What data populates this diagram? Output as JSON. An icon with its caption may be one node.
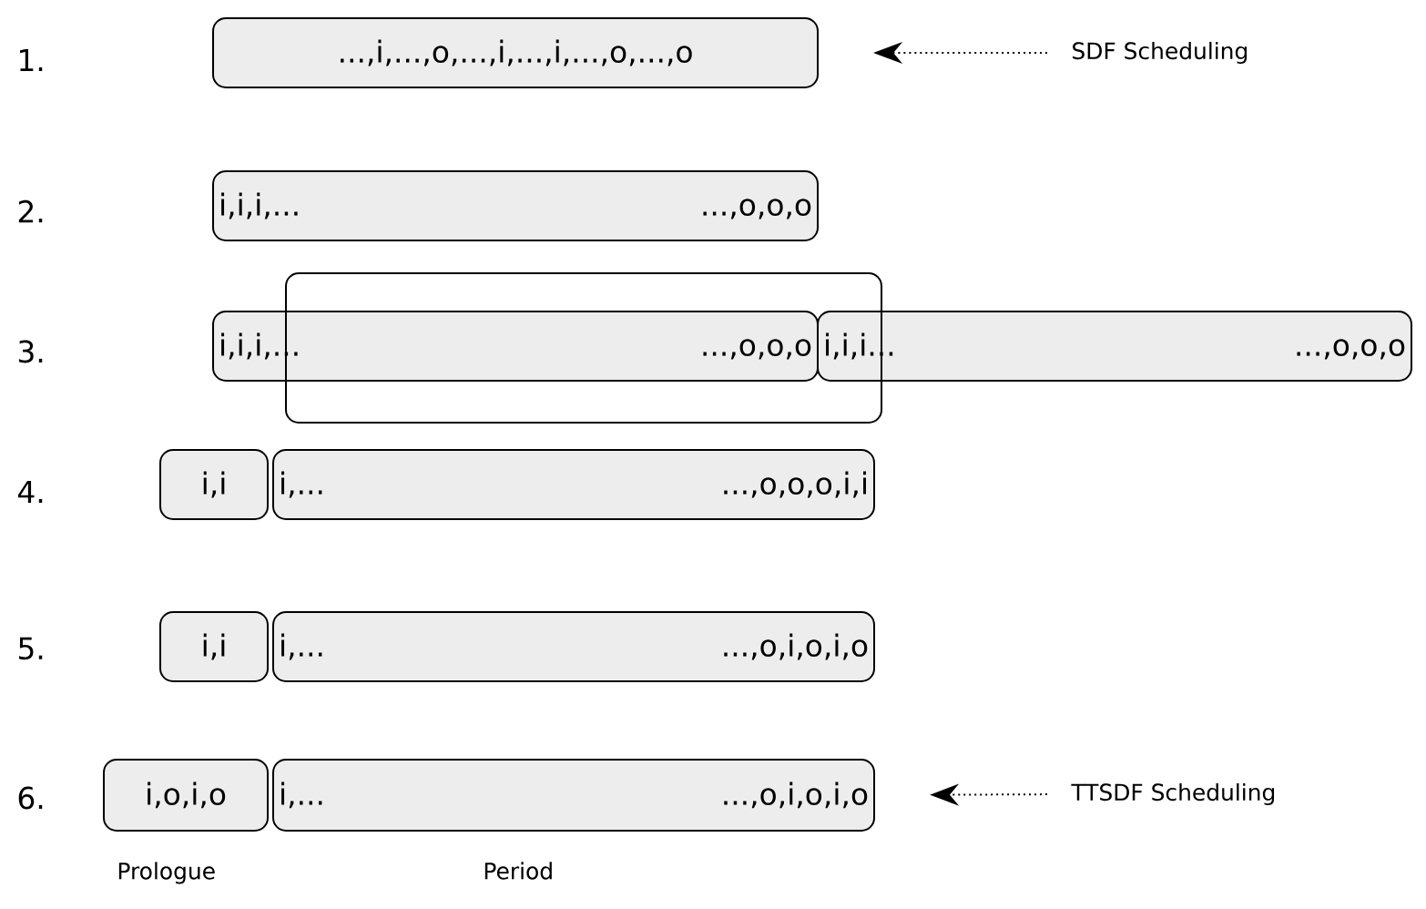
{
  "diagram": {
    "nodes": [
      {
        "text": [
          "...,i,...,o,...,i,...,i,...,o,...,o"
        ]
      },
      {
        "text": [
          "SDF Scheduling"
        ]
      },
      {
        "text": [
          "i,i,i,...",
          "...,o,o,o"
        ]
      },
      {
        "text": [
          "i,i,i,...",
          "...,o,o,o"
        ]
      },
      {
        "text": [
          "i,i,i...",
          "...,o,o,o"
        ]
      },
      {
        "text": [],
        "shape": "box"
      },
      {
        "text": [
          "i,i"
        ]
      },
      {
        "text": [
          "i,...",
          "...,o,o,o,i,i"
        ]
      },
      {
        "text": [
          "i,i"
        ]
      },
      {
        "text": [
          "i,...",
          "...,o,i,o,i,o"
        ]
      },
      {
        "text": [
          "i,o,i,o"
        ],
        "beside": [
          "Prologue"
        ]
      },
      {
        "text": [
          "i,...",
          "...,o,i,o,i,o"
        ],
        "beside": [
          "Period"
        ]
      },
      {
        "text": [
          "TTSDF Scheduling"
        ]
      }
    ],
    "edges": [
      {
        "from": 1,
        "to": 0,
        "arrow": "to"
      },
      {
        "from": 12,
        "to": 11,
        "arrow": "to"
      }
    ],
    "labels": [
      "1.",
      "2.",
      "3.",
      "4.",
      "5.",
      "6."
    ]
  }
}
